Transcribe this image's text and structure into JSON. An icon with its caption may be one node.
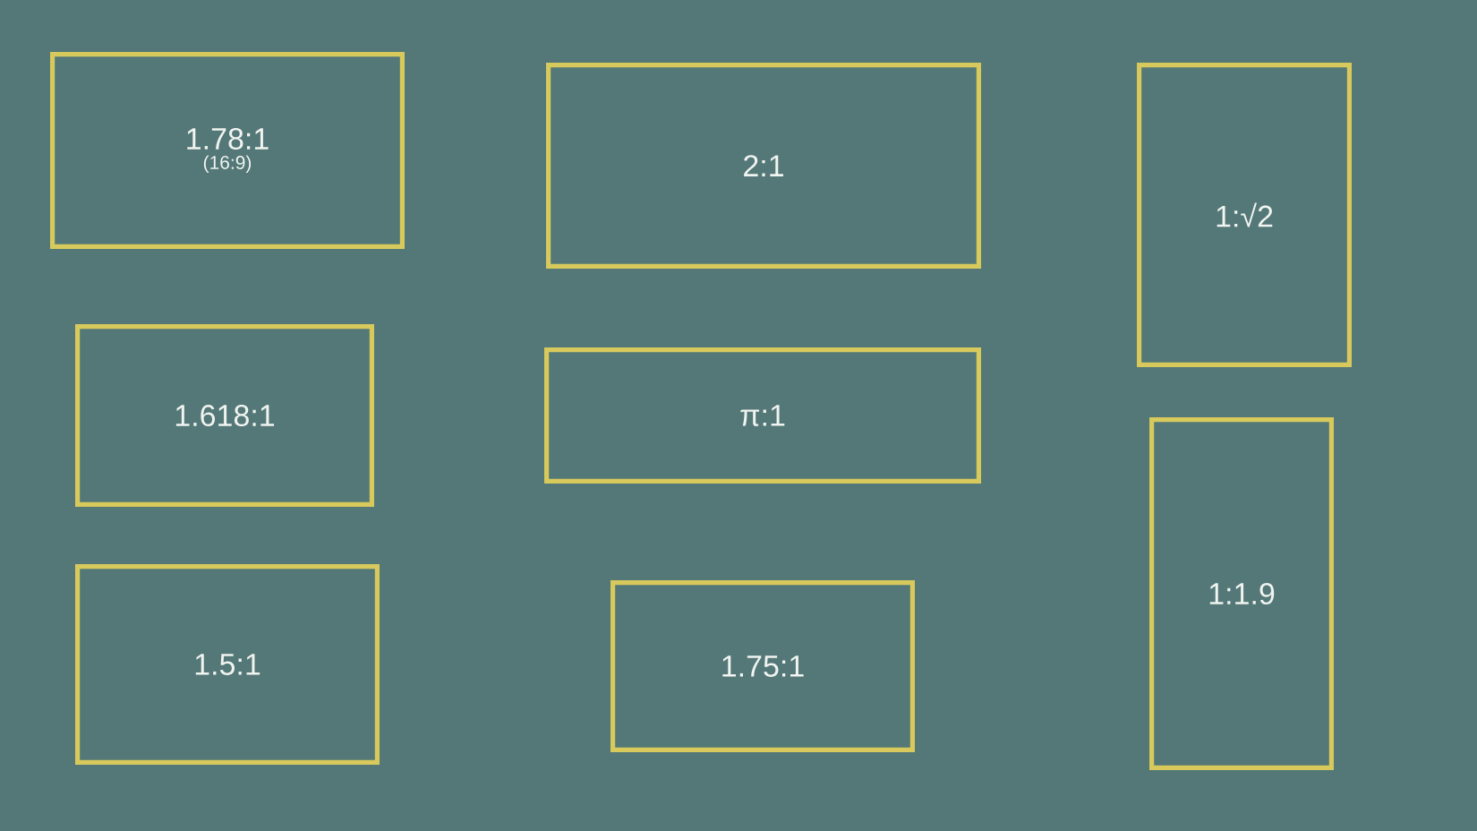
{
  "diagram": {
    "nodes": [
      {
        "text": [
          "1.78:1",
          "(16:9)"
        ]
      },
      {
        "text": [
          "2:1"
        ]
      },
      {
        "text": [
          "1:√2"
        ]
      },
      {
        "text": [
          "1.618:1"
        ]
      },
      {
        "text": [
          "π:1"
        ]
      },
      {
        "text": [
          "1:1.9"
        ]
      },
      {
        "text": [
          "1.5:1"
        ]
      },
      {
        "text": [
          "1.75:1"
        ]
      }
    ]
  }
}
